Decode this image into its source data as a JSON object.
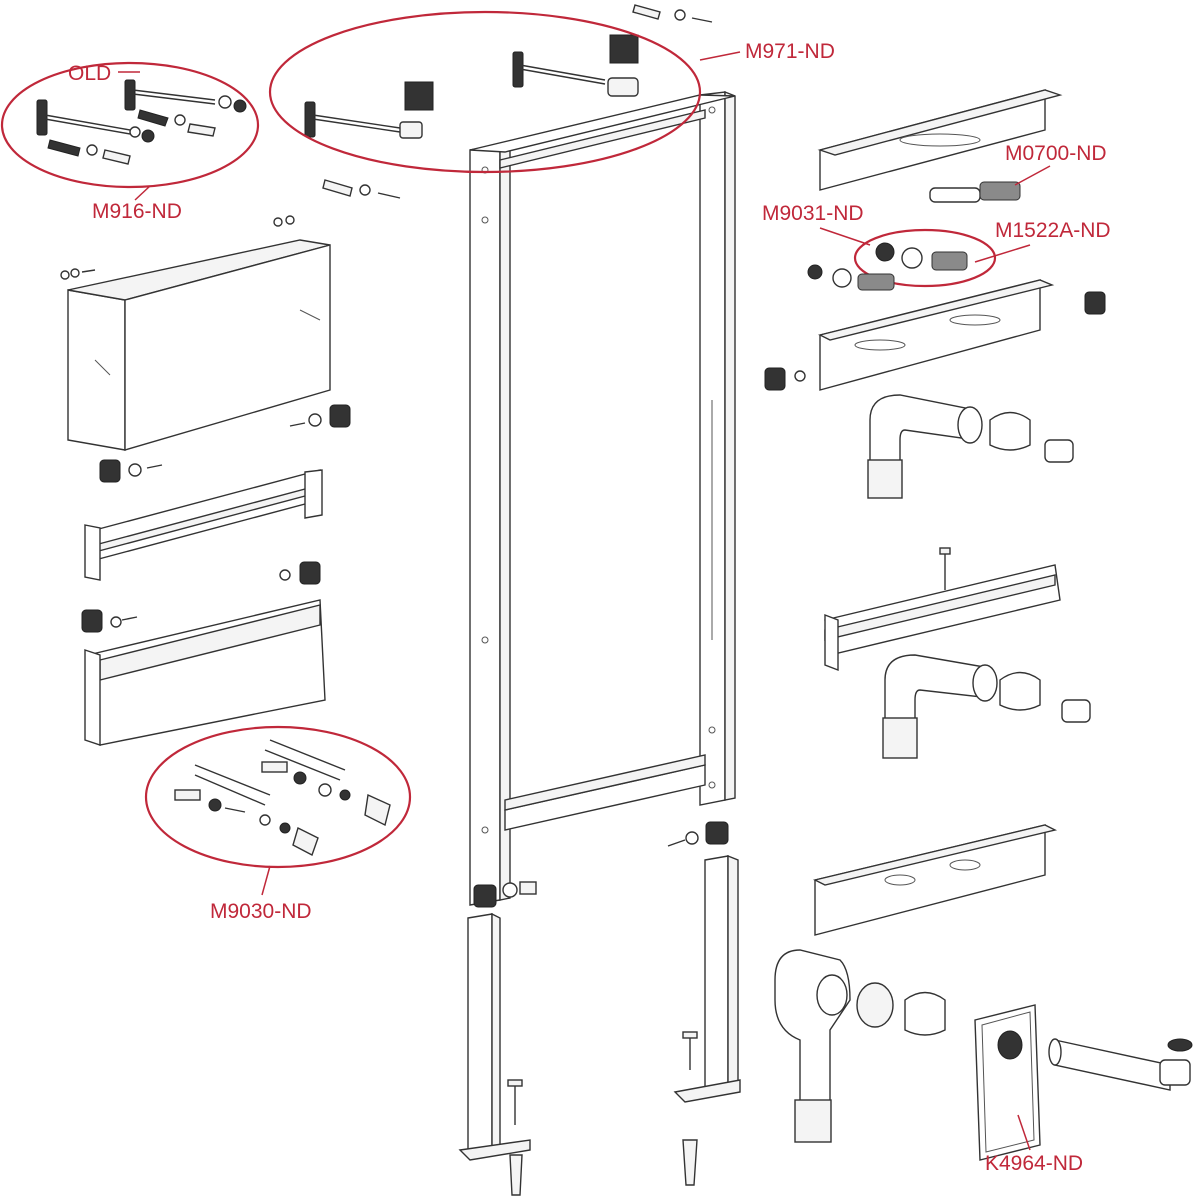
{
  "labels": {
    "old": "OLD",
    "m916": "M916-ND",
    "m971": "M971-ND",
    "m0700": "M0700-ND",
    "m9031": "M9031-ND",
    "m1522a": "M1522A-ND",
    "m9030": "M9030-ND",
    "k4964": "K4964-ND"
  },
  "colors": {
    "highlight": "#c0283a",
    "line": "#333333",
    "background": "#ffffff"
  }
}
